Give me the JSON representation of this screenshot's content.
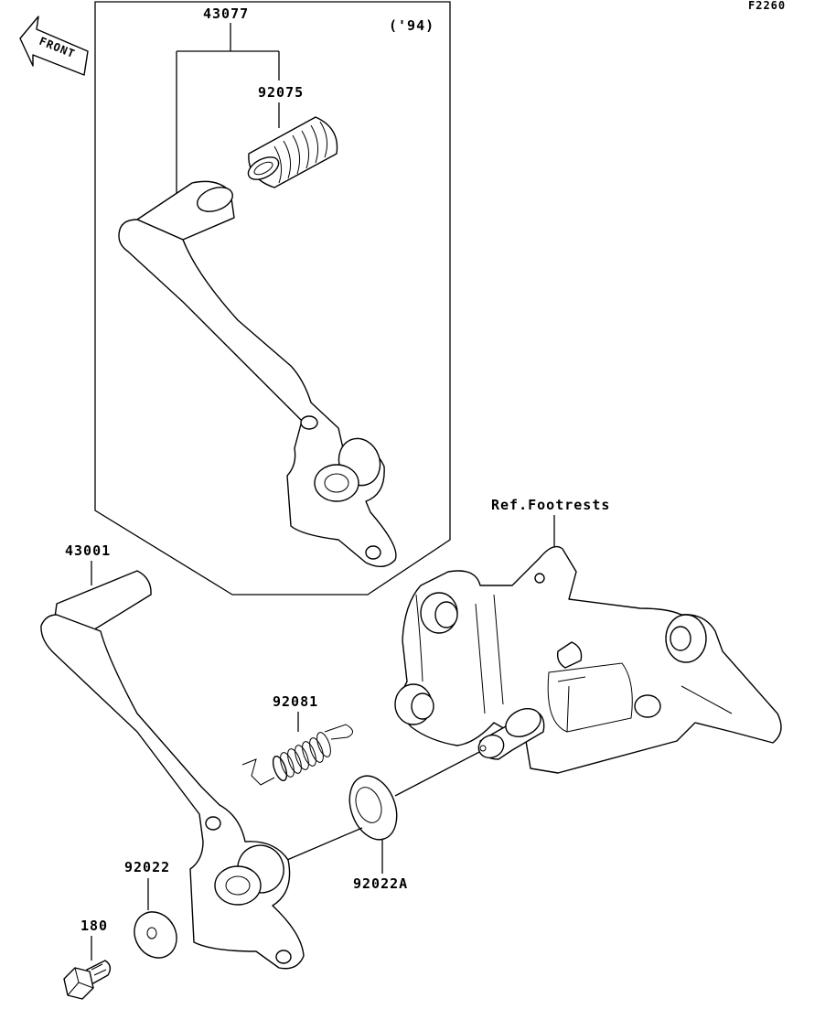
{
  "figure_code": "F2260",
  "front_arrow_text": "FRONT",
  "year_note": "('94)",
  "parts": [
    {
      "number": "43077"
    },
    {
      "number": "92075"
    },
    {
      "number": "43001"
    },
    {
      "number": "92081"
    },
    {
      "number": "92022"
    },
    {
      "number": "92022A"
    },
    {
      "number": "180"
    }
  ],
  "reference_label": "Ref.Footrests"
}
